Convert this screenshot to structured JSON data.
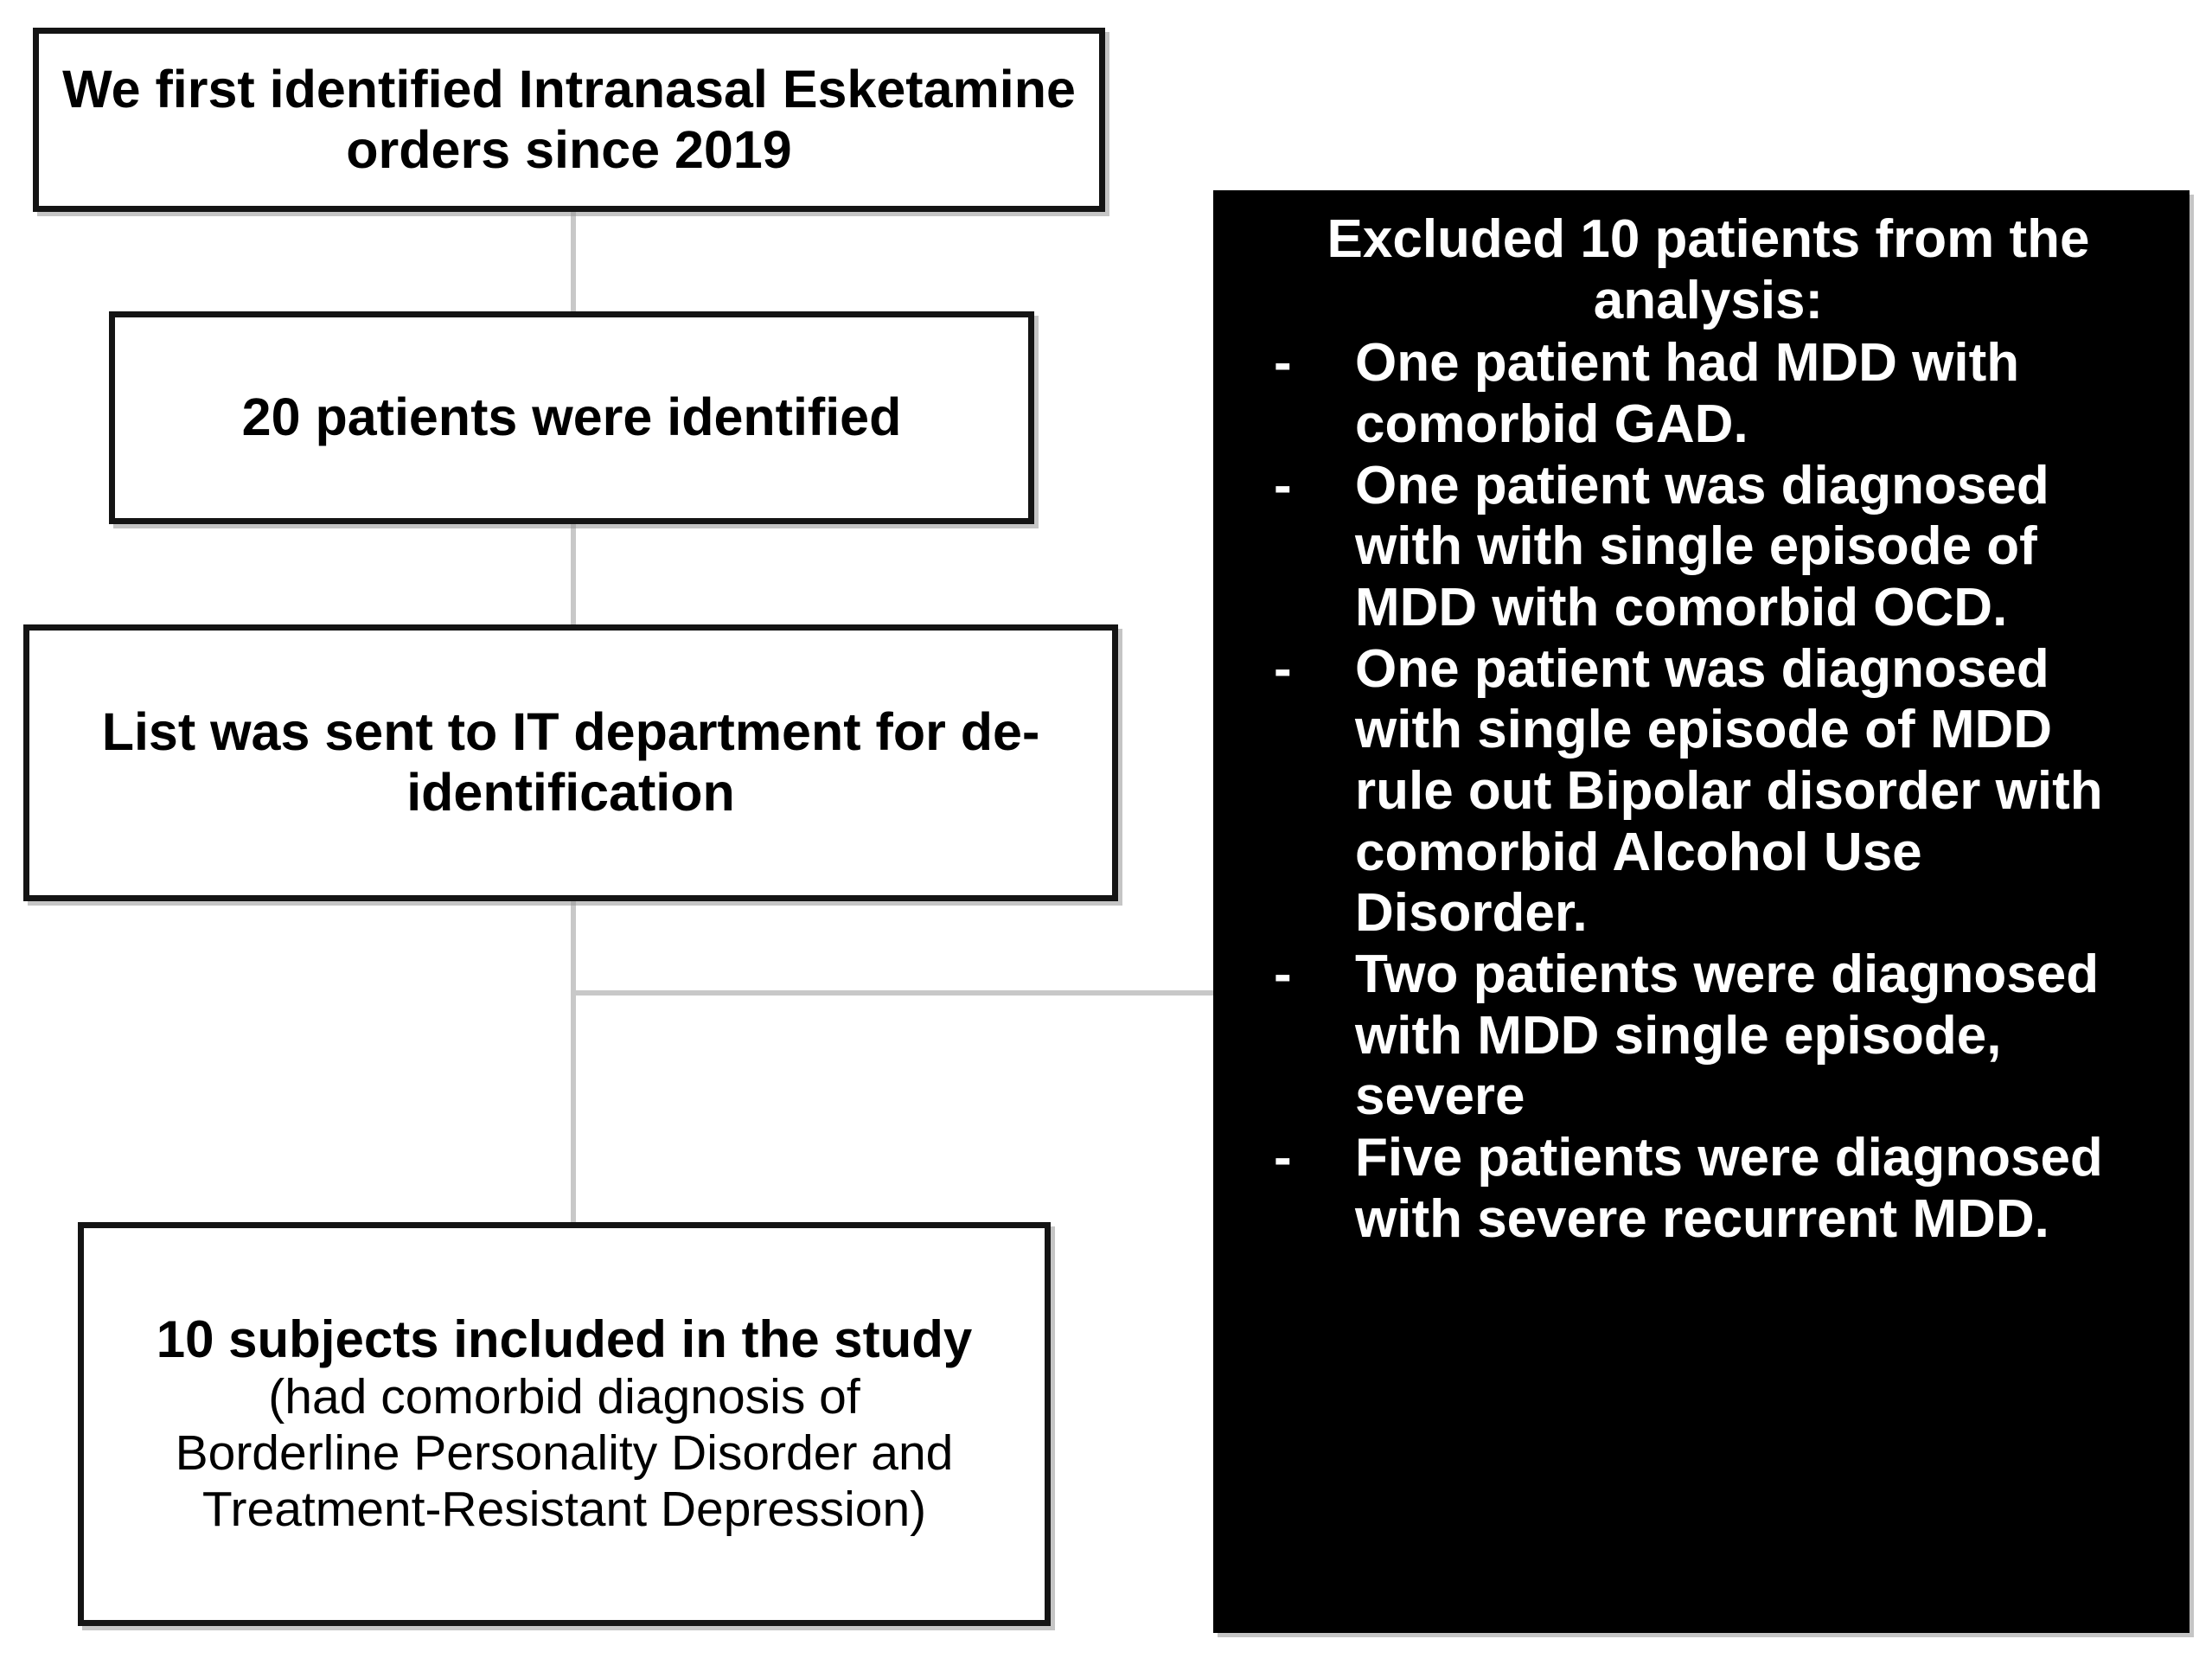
{
  "diagram": {
    "title": "Patient selection flowchart",
    "colors": {
      "box_border": "#141414",
      "box_fill": "#ffffff",
      "connector": "#c8c8c8",
      "panel_fill": "#000000",
      "panel_text": "#ffffff"
    },
    "boxes": [
      {
        "id": "identified-orders",
        "line1": "We first identified Intranasal Esketamine",
        "line2": "orders since 2019"
      },
      {
        "id": "patients-identified",
        "line1": "20 patients were identified"
      },
      {
        "id": "it-deidentification",
        "line1": "List was sent to IT department for",
        "line2": "de-identification"
      },
      {
        "id": "included-subjects",
        "line1": "10 subjects included in the study",
        "line2": "(had comorbid diagnosis of",
        "line3": "Borderline Personality Disorder and",
        "line4": "Treatment-Resistant Depression)"
      }
    ],
    "excluded_panel": {
      "heading": "Excluded 10 patients from the analysis:",
      "bullet_marker": "-",
      "items": [
        "One patient had MDD with comorbid GAD.",
        "One patient was diagnosed with with single episode of MDD with comorbid OCD.",
        "One patient was diagnosed with single episode of MDD rule out Bipolar disorder with comorbid Alcohol Use Disorder.",
        "Two patients were diagnosed with MDD single episode, severe",
        "Five patients were diagnosed with severe recurrent MDD."
      ]
    }
  }
}
